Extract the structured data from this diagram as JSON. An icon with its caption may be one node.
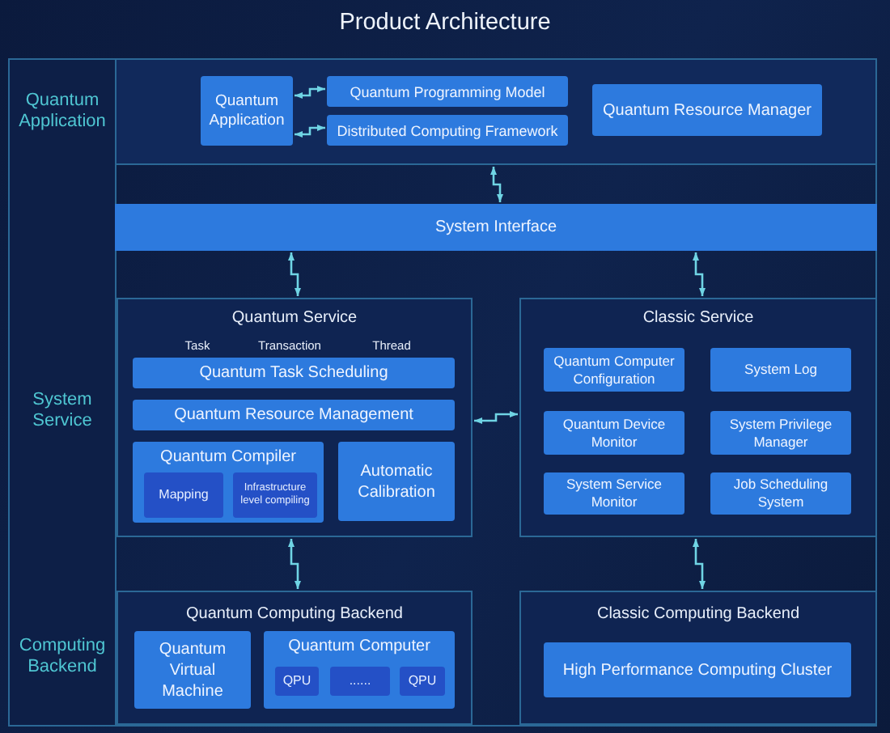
{
  "diagram": {
    "title": "Product Architecture",
    "nodes": [
      {
        "text": [
          "Quantum Application",
          "System Service",
          "Computing Backend"
        ]
      },
      {
        "text": [],
        "shape": "box"
      },
      {
        "text": [
          "Quantum Application"
        ],
        "in": 1
      },
      {
        "text": [
          "Quantum Programming Model"
        ],
        "in": 1
      },
      {
        "text": [
          "Distributed Computing Framework"
        ],
        "in": 1
      },
      {
        "text": [
          "Quantum Resource Manager"
        ],
        "in": 1
      },
      {
        "text": [
          "System Interface"
        ]
      },
      {
        "text": [
          "Quantum Service",
          "Task",
          "Transaction",
          "Thread"
        ]
      },
      {
        "text": [
          "Quantum Task Scheduling"
        ],
        "in": 7
      },
      {
        "text": [
          "Quantum Resource Management"
        ],
        "in": 7
      },
      {
        "text": [
          "Quantum Compiler"
        ],
        "in": 7
      },
      {
        "text": [
          "Mapping"
        ],
        "in": 10
      },
      {
        "text": [
          "Infrastructure level compiling"
        ],
        "in": 10
      },
      {
        "text": [
          "Automatic Calibration"
        ],
        "in": 7
      },
      {
        "text": [
          "Classic Service"
        ]
      },
      {
        "text": [
          "Quantum Computer Configuration"
        ],
        "in": 14
      },
      {
        "text": [
          "System Log"
        ],
        "in": 14
      },
      {
        "text": [
          "Quantum Device Monitor"
        ],
        "in": 14
      },
      {
        "text": [
          "System Privilege Manager"
        ],
        "in": 14
      },
      {
        "text": [
          "System Service Monitor"
        ],
        "in": 14
      },
      {
        "text": [
          "Job Scheduling System"
        ],
        "in": 14
      },
      {
        "text": [
          "Quantum Computing Backend"
        ]
      },
      {
        "text": [
          "Quantum Virtual Machine"
        ],
        "in": 21
      },
      {
        "text": [
          "Quantum Computer"
        ],
        "in": 21
      },
      {
        "text": [
          "QPU"
        ],
        "in": 23
      },
      {
        "text": [
          "......"
        ],
        "in": 23
      },
      {
        "text": [
          "QPU"
        ],
        "in": 23
      },
      {
        "text": [
          "Classic Computing Backend"
        ]
      },
      {
        "text": [
          "High Performance Computing Cluster"
        ],
        "in": 27
      }
    ],
    "edges": [
      {
        "from": 2,
        "to": 3,
        "arrow": "both"
      },
      {
        "from": 2,
        "to": 4,
        "arrow": "both"
      },
      {
        "from": 1,
        "to": 6,
        "arrow": "both"
      },
      {
        "from": 6,
        "to": 7,
        "arrow": "both"
      },
      {
        "from": 6,
        "to": 14,
        "arrow": "both"
      },
      {
        "from": 7,
        "to": 14,
        "arrow": "both"
      },
      {
        "from": 7,
        "to": 21,
        "arrow": "both"
      },
      {
        "from": 14,
        "to": 27,
        "arrow": "both"
      }
    ]
  }
}
